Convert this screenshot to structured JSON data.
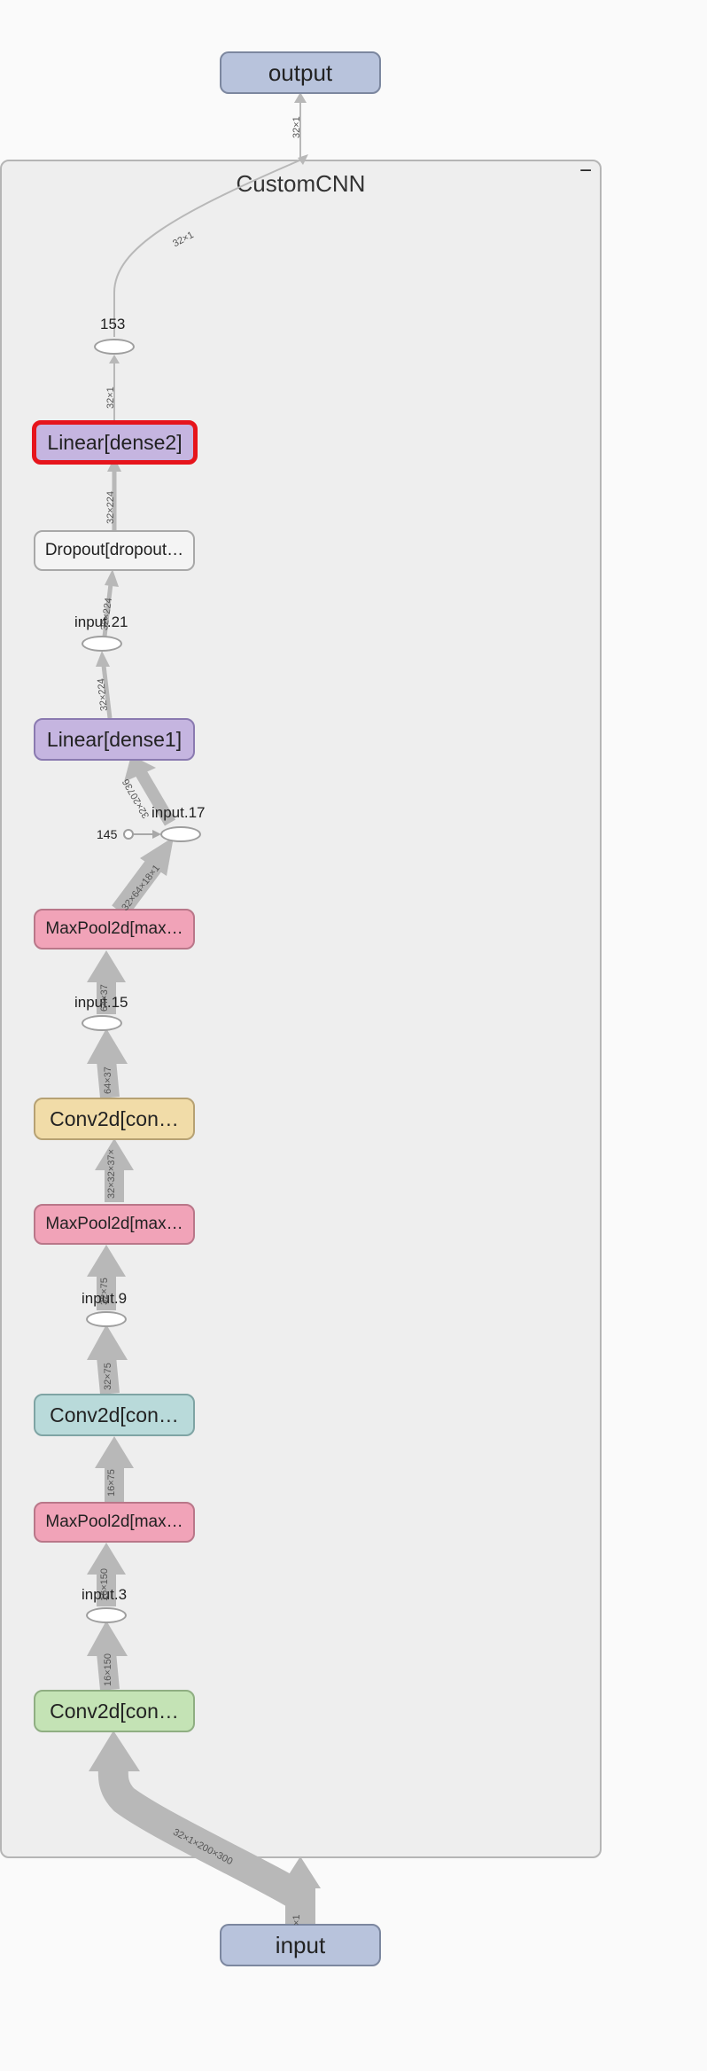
{
  "group": {
    "title": "CustomCNN",
    "collapse_symbol": "−"
  },
  "nodes": {
    "output": "output",
    "input": "input",
    "linear_dense2": "Linear[dense2]",
    "dropout": "Dropout[dropout…",
    "linear_dense1": "Linear[dense1]",
    "maxpool_3": "MaxPool2d[max…",
    "conv_3": "Conv2d[con…",
    "maxpool_2": "MaxPool2d[max…",
    "conv_2": "Conv2d[con…",
    "maxpool_1": "MaxPool2d[max…",
    "conv_1": "Conv2d[con…"
  },
  "ops": {
    "n153": "153",
    "input21": "input.21",
    "input17": "input.17",
    "input15": "input.15",
    "input9": "input.9",
    "input3": "input.3",
    "const145": "145"
  },
  "edge_labels": {
    "out_top": "32×1",
    "curve_top": "32×1",
    "n153_in": "32×1",
    "dense2_in": "32×224",
    "dropout_in": "32×224",
    "input21_in": "32×224",
    "dense1_in": "32×20736",
    "input17_in": "32×64×18×1",
    "maxpool3_in": "64×37",
    "input15_in": "64×37",
    "conv3_in": "32×32×37×",
    "maxpool2_in": "32×75",
    "input9_in": "32×75",
    "conv2_in": "16×75",
    "maxpool1_in": "16×150",
    "input3_in": "16×150",
    "conv1_in": "32×1×200×300",
    "input_out": "×1"
  },
  "colors": {
    "edge": "#b8b8b8",
    "edge_dark": "#a8a8a8",
    "selected_border": "#e6141c"
  }
}
